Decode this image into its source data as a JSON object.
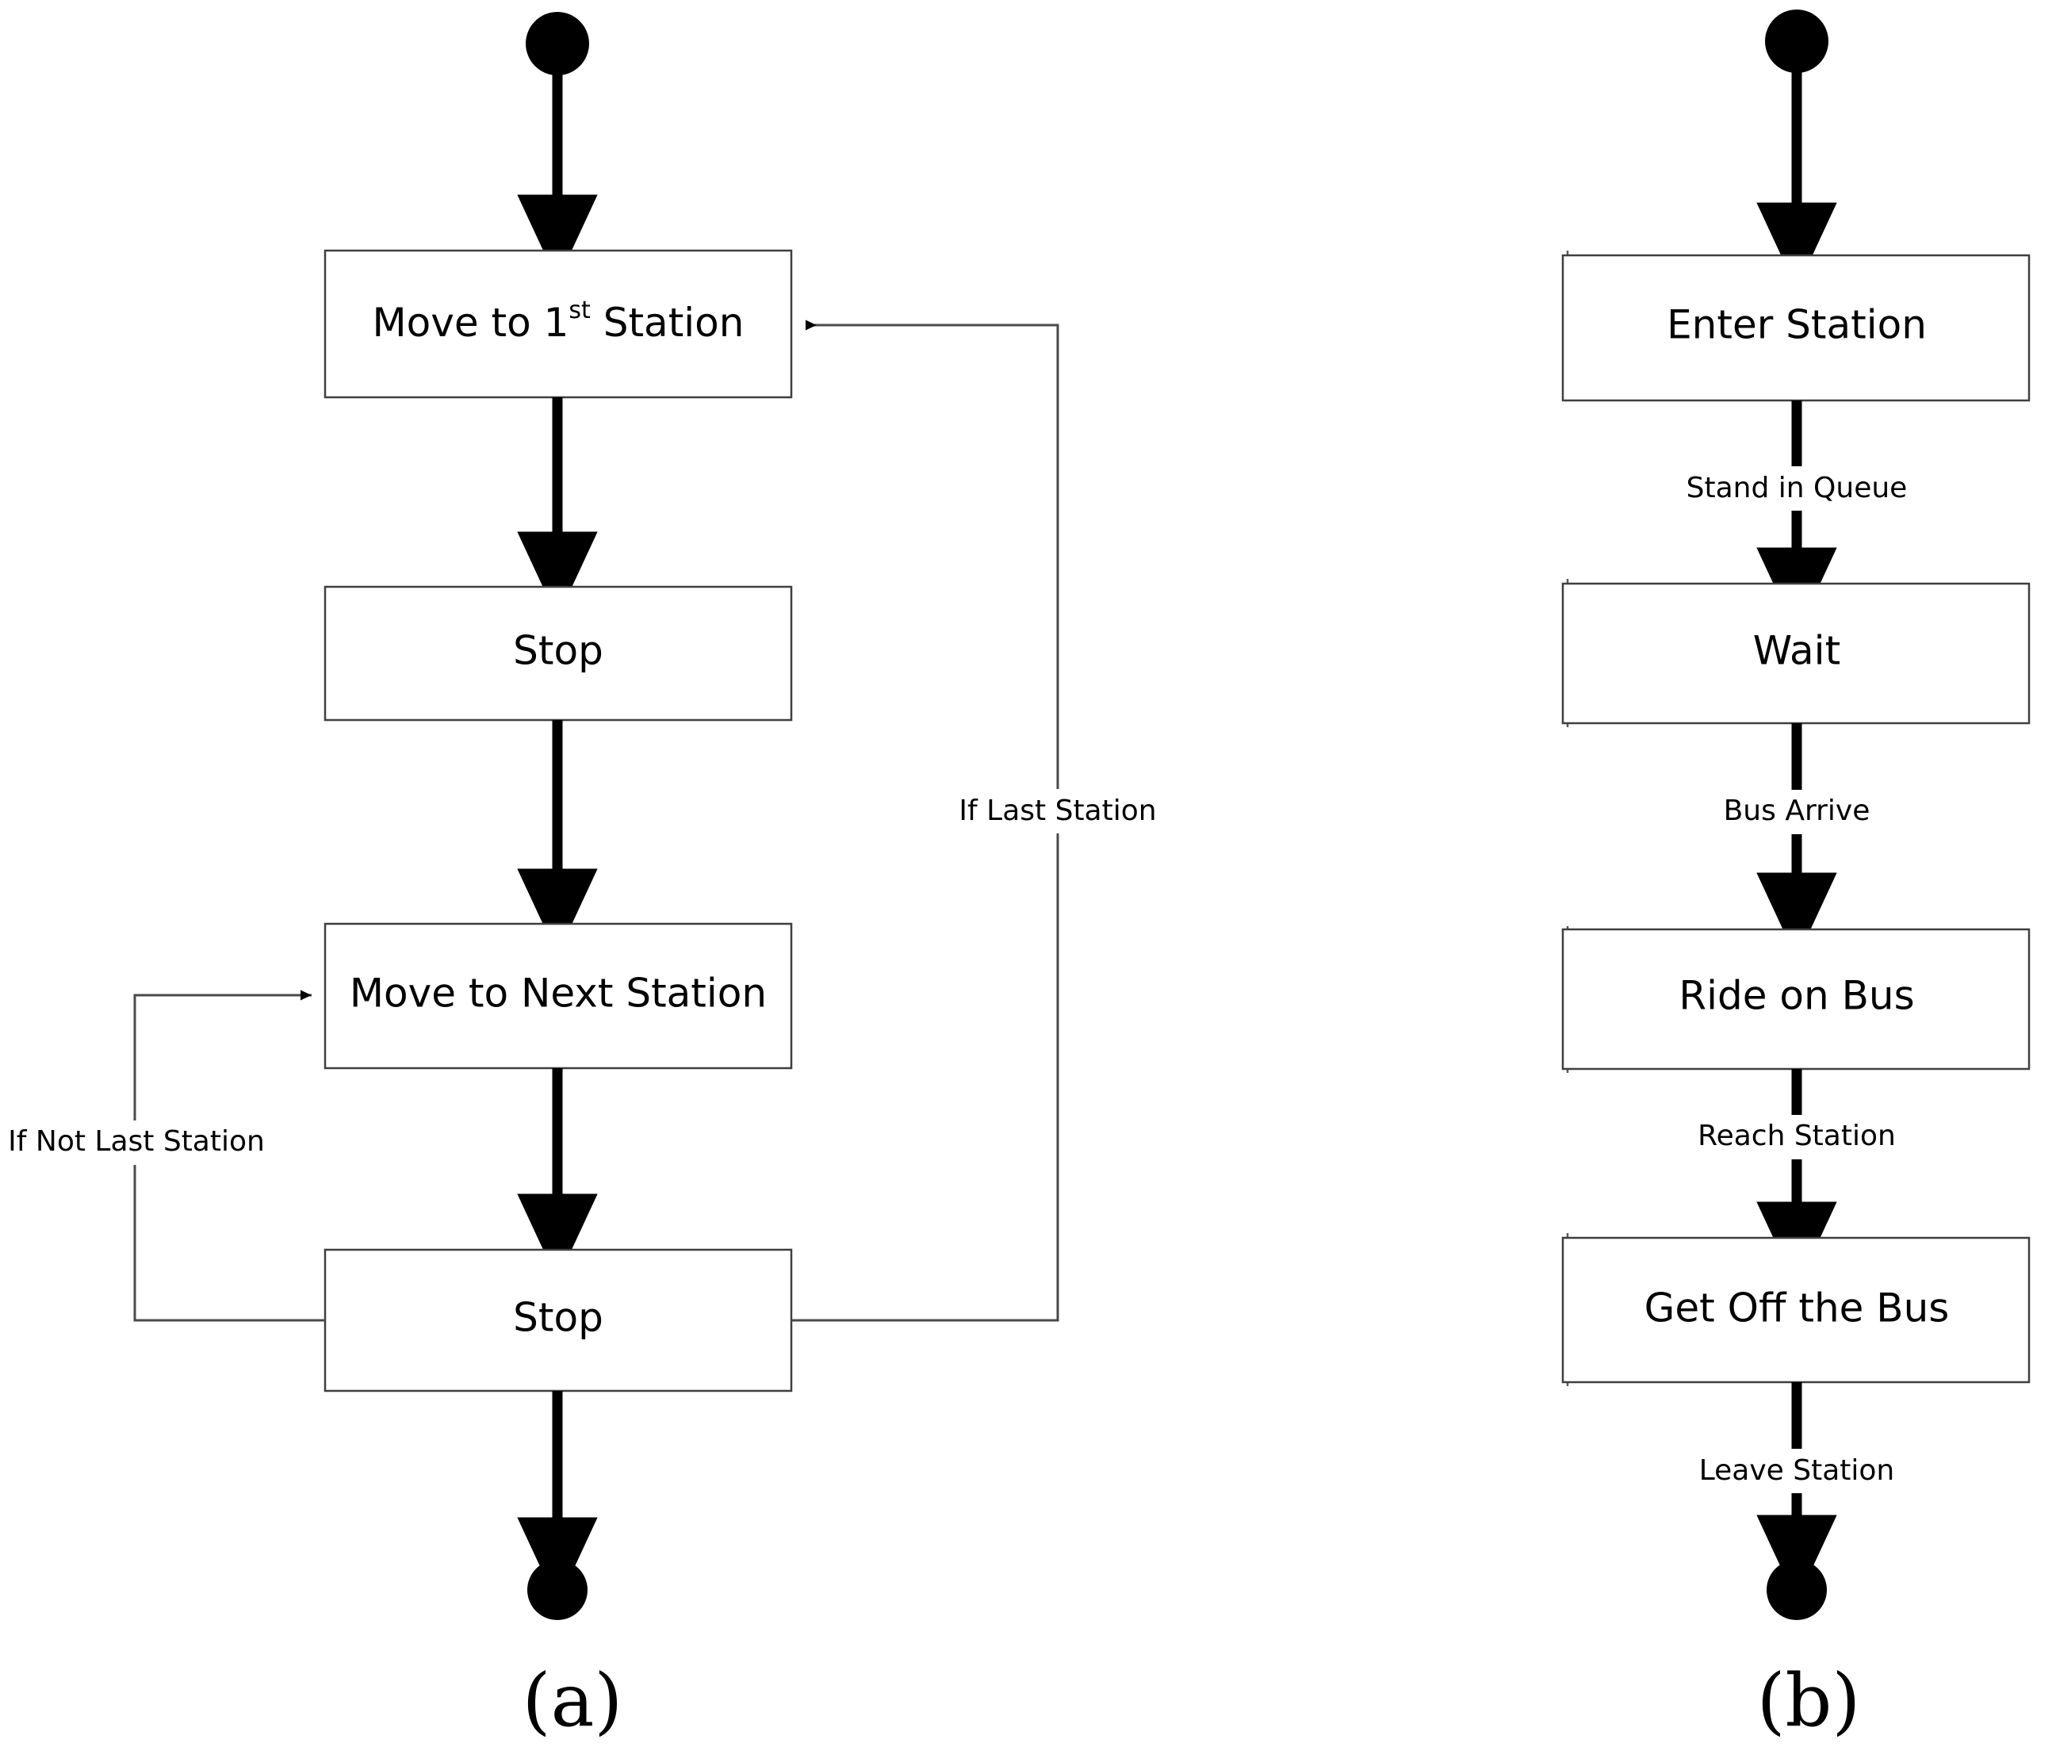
{
  "figure": {
    "background_color": "#ffffff",
    "line_color": "#000000",
    "thin_line_color": "#4a4a4a",
    "box_fill": "#ffffff",
    "box_stroke": "#3f3f3f"
  },
  "panels": [
    {
      "id": "panel-a",
      "caption": "(a)",
      "start_node": "start",
      "end_node": "end",
      "nodes": [
        {
          "id": "a-node-1",
          "label": "Move to 1",
          "label_sup": "st",
          "label_tail": " Station"
        },
        {
          "id": "a-node-2",
          "label": "Stop"
        },
        {
          "id": "a-node-3",
          "label": "Move to Next Station"
        },
        {
          "id": "a-node-4",
          "label": "Stop"
        }
      ],
      "edge_labels": [
        {
          "id": "a-edge-if-last",
          "text": "If Last Station"
        },
        {
          "id": "a-edge-if-not-last",
          "text": "If Not Last Station"
        }
      ]
    },
    {
      "id": "panel-b",
      "caption": "(b)",
      "start_node": "start",
      "end_node": "end",
      "nodes": [
        {
          "id": "b-node-1",
          "label": "Enter Station"
        },
        {
          "id": "b-node-2",
          "label": "Wait"
        },
        {
          "id": "b-node-3",
          "label": "Ride on Bus"
        },
        {
          "id": "b-node-4",
          "label": "Get Off the Bus"
        }
      ],
      "edge_labels": [
        {
          "id": "b-edge-1",
          "text": "Stand in Queue"
        },
        {
          "id": "b-edge-2",
          "text": "Bus Arrive"
        },
        {
          "id": "b-edge-3",
          "text": "Reach Station"
        },
        {
          "id": "b-edge-4",
          "text": "Leave Station"
        }
      ]
    }
  ]
}
